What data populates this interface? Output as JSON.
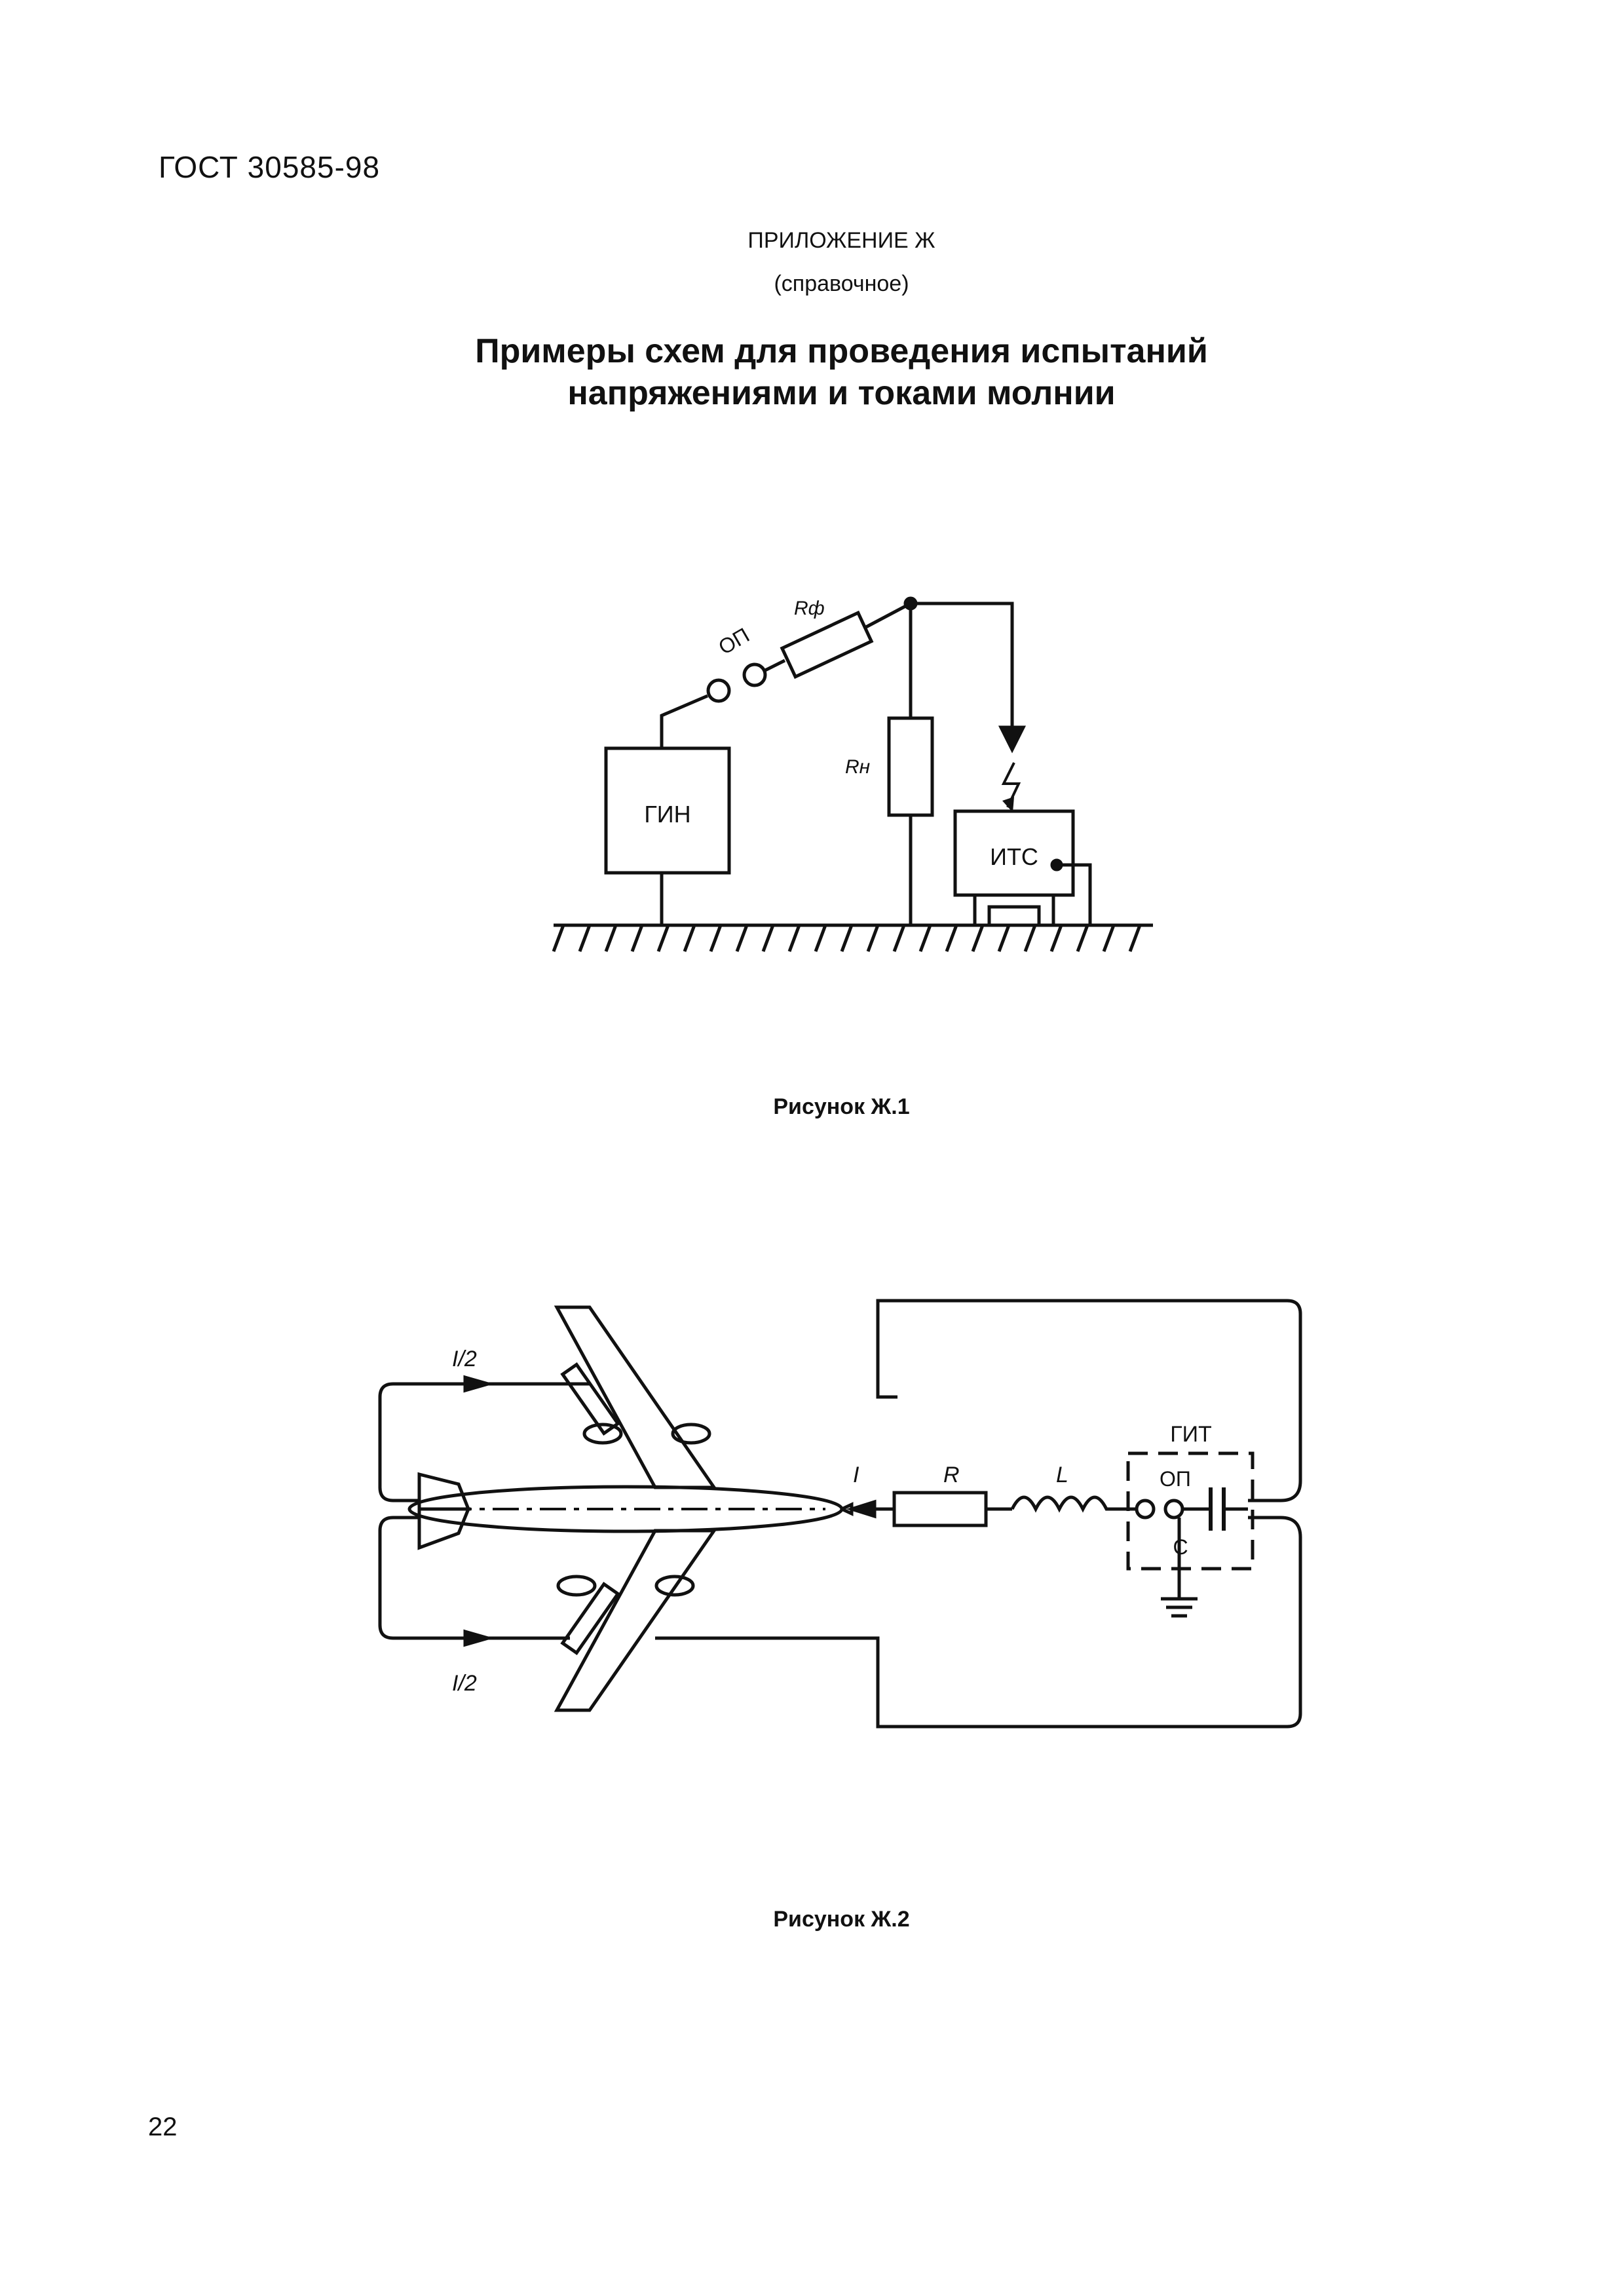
{
  "header": {
    "doc_code": "ГОСТ 30585-98",
    "appendix_title": "ПРИЛОЖЕНИЕ Ж",
    "appendix_kind": "(справочное)",
    "heading_line1": "Примеры схем для проведения испытаний",
    "heading_line2": "напряжениями и токами молнии"
  },
  "figure1": {
    "caption": "Рисунок Ж.1",
    "labels": {
      "gin": "ГИН",
      "its": "ИТС",
      "op": "ОП",
      "r_f": "Rф",
      "r_n": "Rн"
    }
  },
  "figure2": {
    "caption": "Рисунок Ж.2",
    "labels": {
      "half_top": "I/2",
      "half_bottom": "I/2",
      "current": "I",
      "r": "R",
      "l": "L",
      "git": "ГИТ",
      "op": "ОП",
      "c": "С"
    }
  },
  "footer": {
    "page_number": "22"
  }
}
